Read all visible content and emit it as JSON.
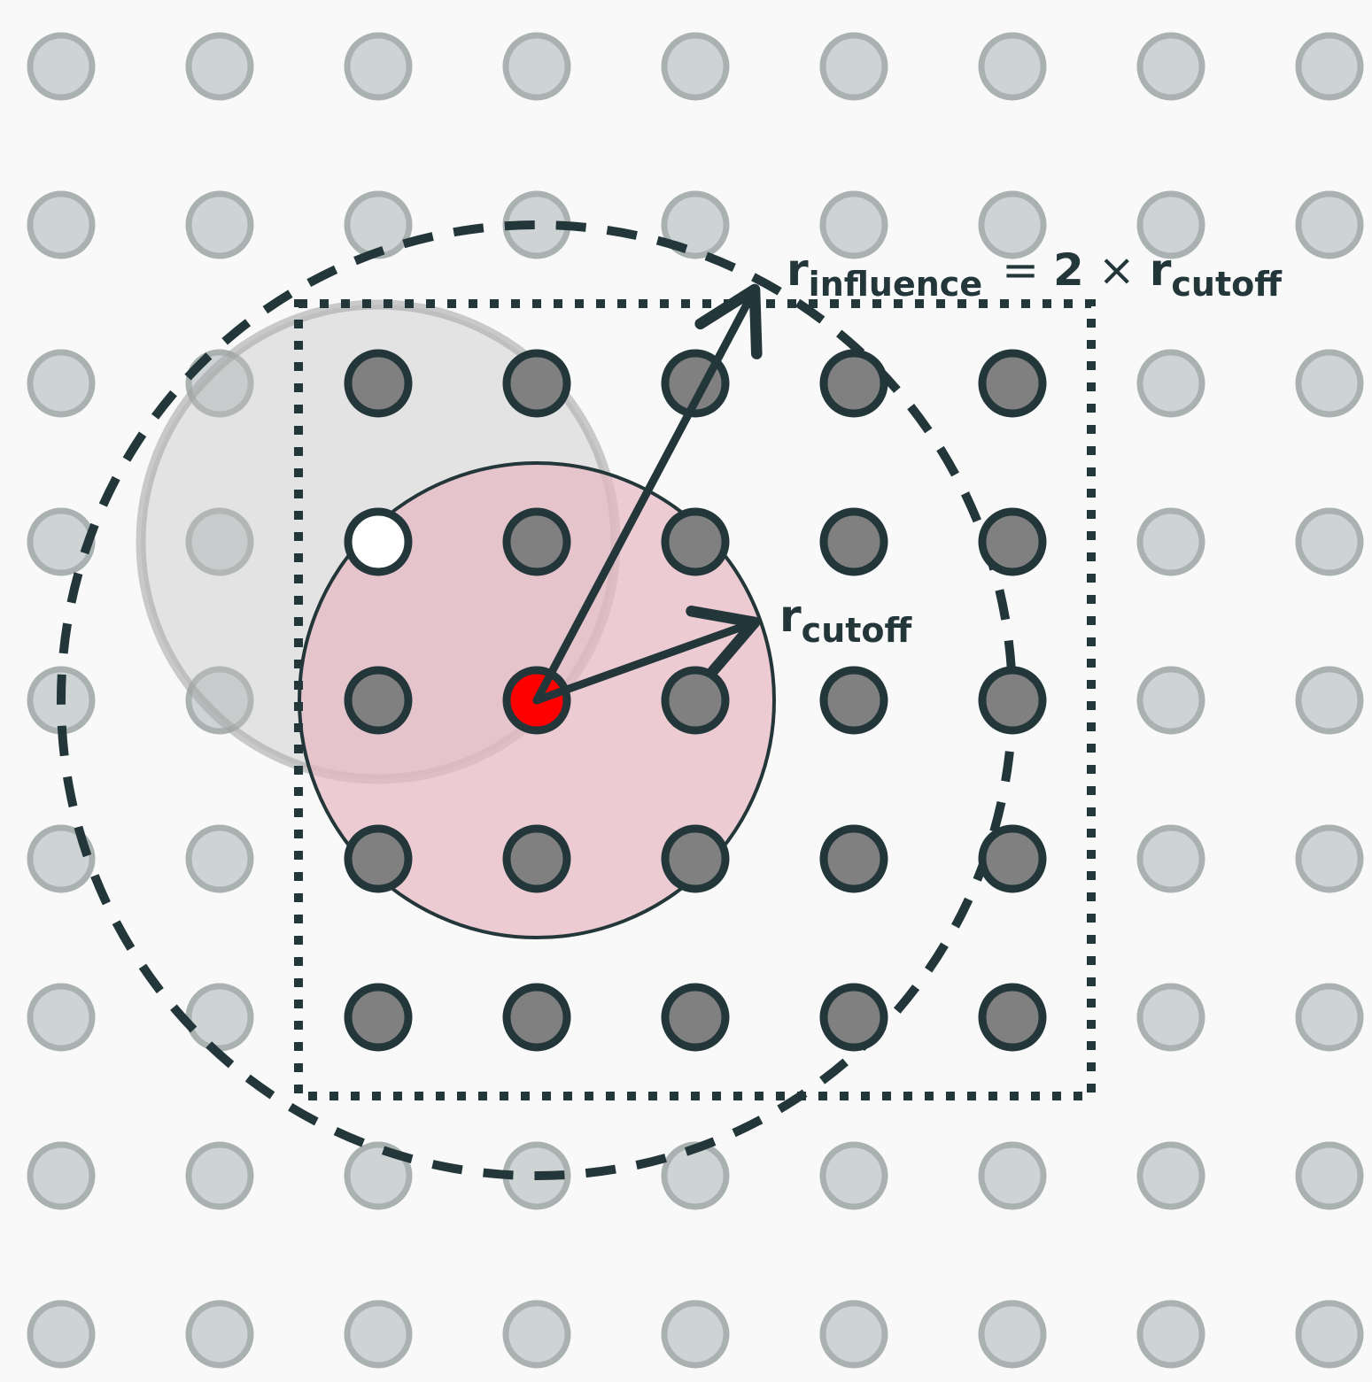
{
  "colors": {
    "background": "#f9f9f9",
    "outline": "#23363a",
    "background_atom_fill": "#ced3d4",
    "background_atom_stroke": "#aab2b1",
    "neighbor_atom_fill": "#808080",
    "central_atom_fill": "#ff0000",
    "vacancy_fill": "#ffffff",
    "cutoff_sphere_fill": "#ebc9d1",
    "shadow_sphere_fill": "#bfbfbf"
  },
  "grid": {
    "rows": 9,
    "cols": 9
  },
  "active_region": {
    "col_range": [
      2,
      6
    ],
    "row_range": [
      2,
      6
    ],
    "central_atom": [
      3,
      4
    ],
    "vacancy": [
      2,
      3
    ]
  },
  "labels": {
    "influence": {
      "r": "r",
      "sub": "influence",
      "eq": "=",
      "factor": "2",
      "times": "×",
      "r2": "r",
      "sub2": "cutoff"
    },
    "cutoff": {
      "r": "r",
      "sub": "cutoff"
    }
  }
}
